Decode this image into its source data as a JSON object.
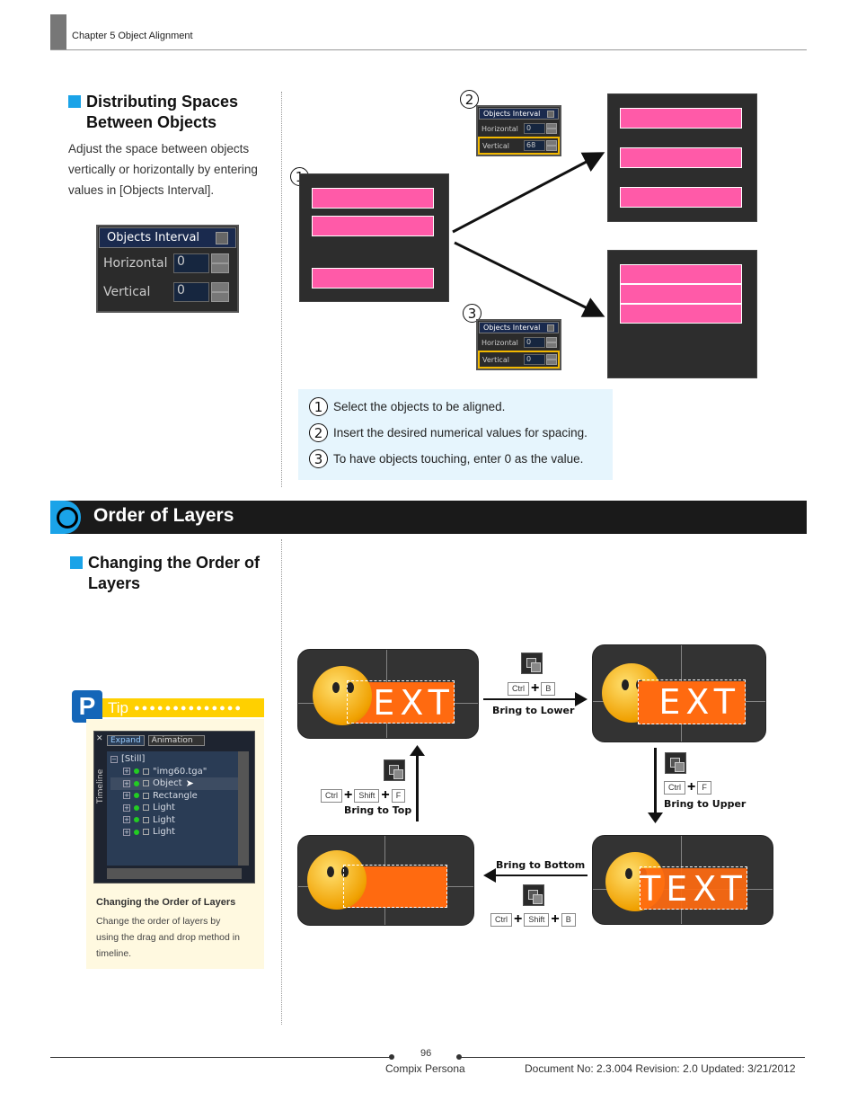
{
  "header": {
    "chapter": "Chapter 5 Object Alignment"
  },
  "section1": {
    "heading_line1": "Distributing Spaces",
    "heading_line2": "Between Objects",
    "body_line1": "Adjust the space between objects",
    "body_line2": "vertically or horizontally by entering",
    "body_line3": "values in [Objects Interval]."
  },
  "dialog_large": {
    "title": "Objects Interval",
    "horizontal_label": "Horizontal",
    "horizontal_value": "0",
    "vertical_label": "Vertical",
    "vertical_value": "0"
  },
  "dialog_top": {
    "title": "Objects Interval",
    "horizontal_label": "Horizontal",
    "horizontal_value": "0",
    "vertical_label": "Vertical",
    "vertical_value": "68"
  },
  "dialog_bottom": {
    "title": "Objects Interval",
    "horizontal_label": "Horizontal",
    "horizontal_value": "0",
    "vertical_label": "Vertical",
    "vertical_value": "0"
  },
  "markers": {
    "one": "1",
    "two": "2",
    "three": "3"
  },
  "notes": [
    {
      "num": "1",
      "text": "Select the objects to be aligned."
    },
    {
      "num": "2",
      "text": "Insert the desired numerical values for spacing."
    },
    {
      "num": "3",
      "text": "To have objects touching, enter 0 as the value."
    }
  ],
  "section2": {
    "title": "Order of Layers",
    "sub_line1": "Changing the Order of",
    "sub_line2": "Layers"
  },
  "layer_text": "TEXT",
  "layer_text_partial": "EXT",
  "shortcuts": {
    "lower": {
      "keys": [
        "Ctrl",
        "B"
      ],
      "label": "Bring to Lower"
    },
    "upper": {
      "keys": [
        "Ctrl",
        "F"
      ],
      "label": "Bring to Upper"
    },
    "top": {
      "keys": [
        "Ctrl",
        "Shift",
        "F"
      ],
      "label": "Bring to Top"
    },
    "bottom": {
      "keys": [
        "Ctrl",
        "Shift",
        "B"
      ],
      "label": "Bring to Bottom"
    }
  },
  "tip": {
    "label": "Tip",
    "tabs": [
      "Expand",
      "Animation"
    ],
    "side_label": "Timeline",
    "tree": [
      "[Still]",
      "\"img60.tga\"",
      "Object",
      "Rectangle",
      "Light",
      "Light",
      "Light"
    ],
    "caption_title": "Changing the Order of Layers",
    "caption_line1": "Change the order of layers by",
    "caption_line2": "using the drag and drop method in",
    "caption_line3": "timeline."
  },
  "footer": {
    "page": "96",
    "product": "Compix Persona",
    "doc": "Document No: 2.3.004 Revision: 2.0 Updated: 3/21/2012"
  },
  "colors": {
    "accent": "#1aa3e8",
    "bar": "#ff5aa8",
    "text_layer": "#ff6a10",
    "highlight": "#f2b800"
  }
}
